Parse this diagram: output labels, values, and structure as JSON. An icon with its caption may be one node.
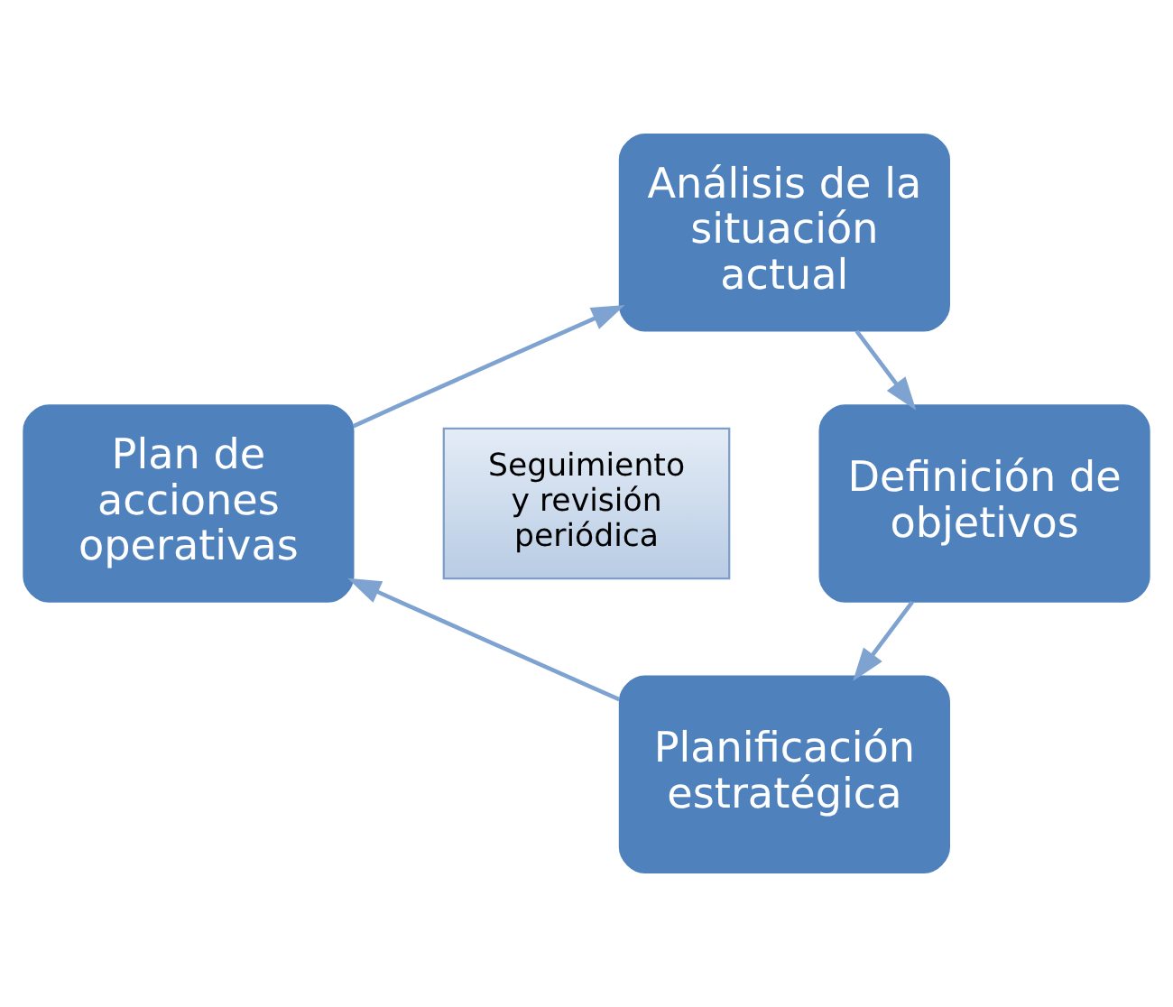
{
  "diagram": {
    "nodes": [
      {
        "text": [
          "Análisis de la situación actual"
        ]
      },
      {
        "text": [
          "Definición de objetivos"
        ]
      },
      {
        "text": [
          "Planificación estratégica"
        ]
      },
      {
        "text": [
          "Plan de acciones operativas"
        ]
      },
      {
        "text": [
          "Seguimiento y revisión periódica"
        ]
      }
    ],
    "edges": [
      {
        "from": 0,
        "to": 1,
        "arrow": "to"
      },
      {
        "from": 1,
        "to": 2,
        "arrow": "to"
      },
      {
        "from": 2,
        "to": 3,
        "arrow": "to"
      },
      {
        "from": 3,
        "to": 0,
        "arrow": "to"
      }
    ]
  }
}
